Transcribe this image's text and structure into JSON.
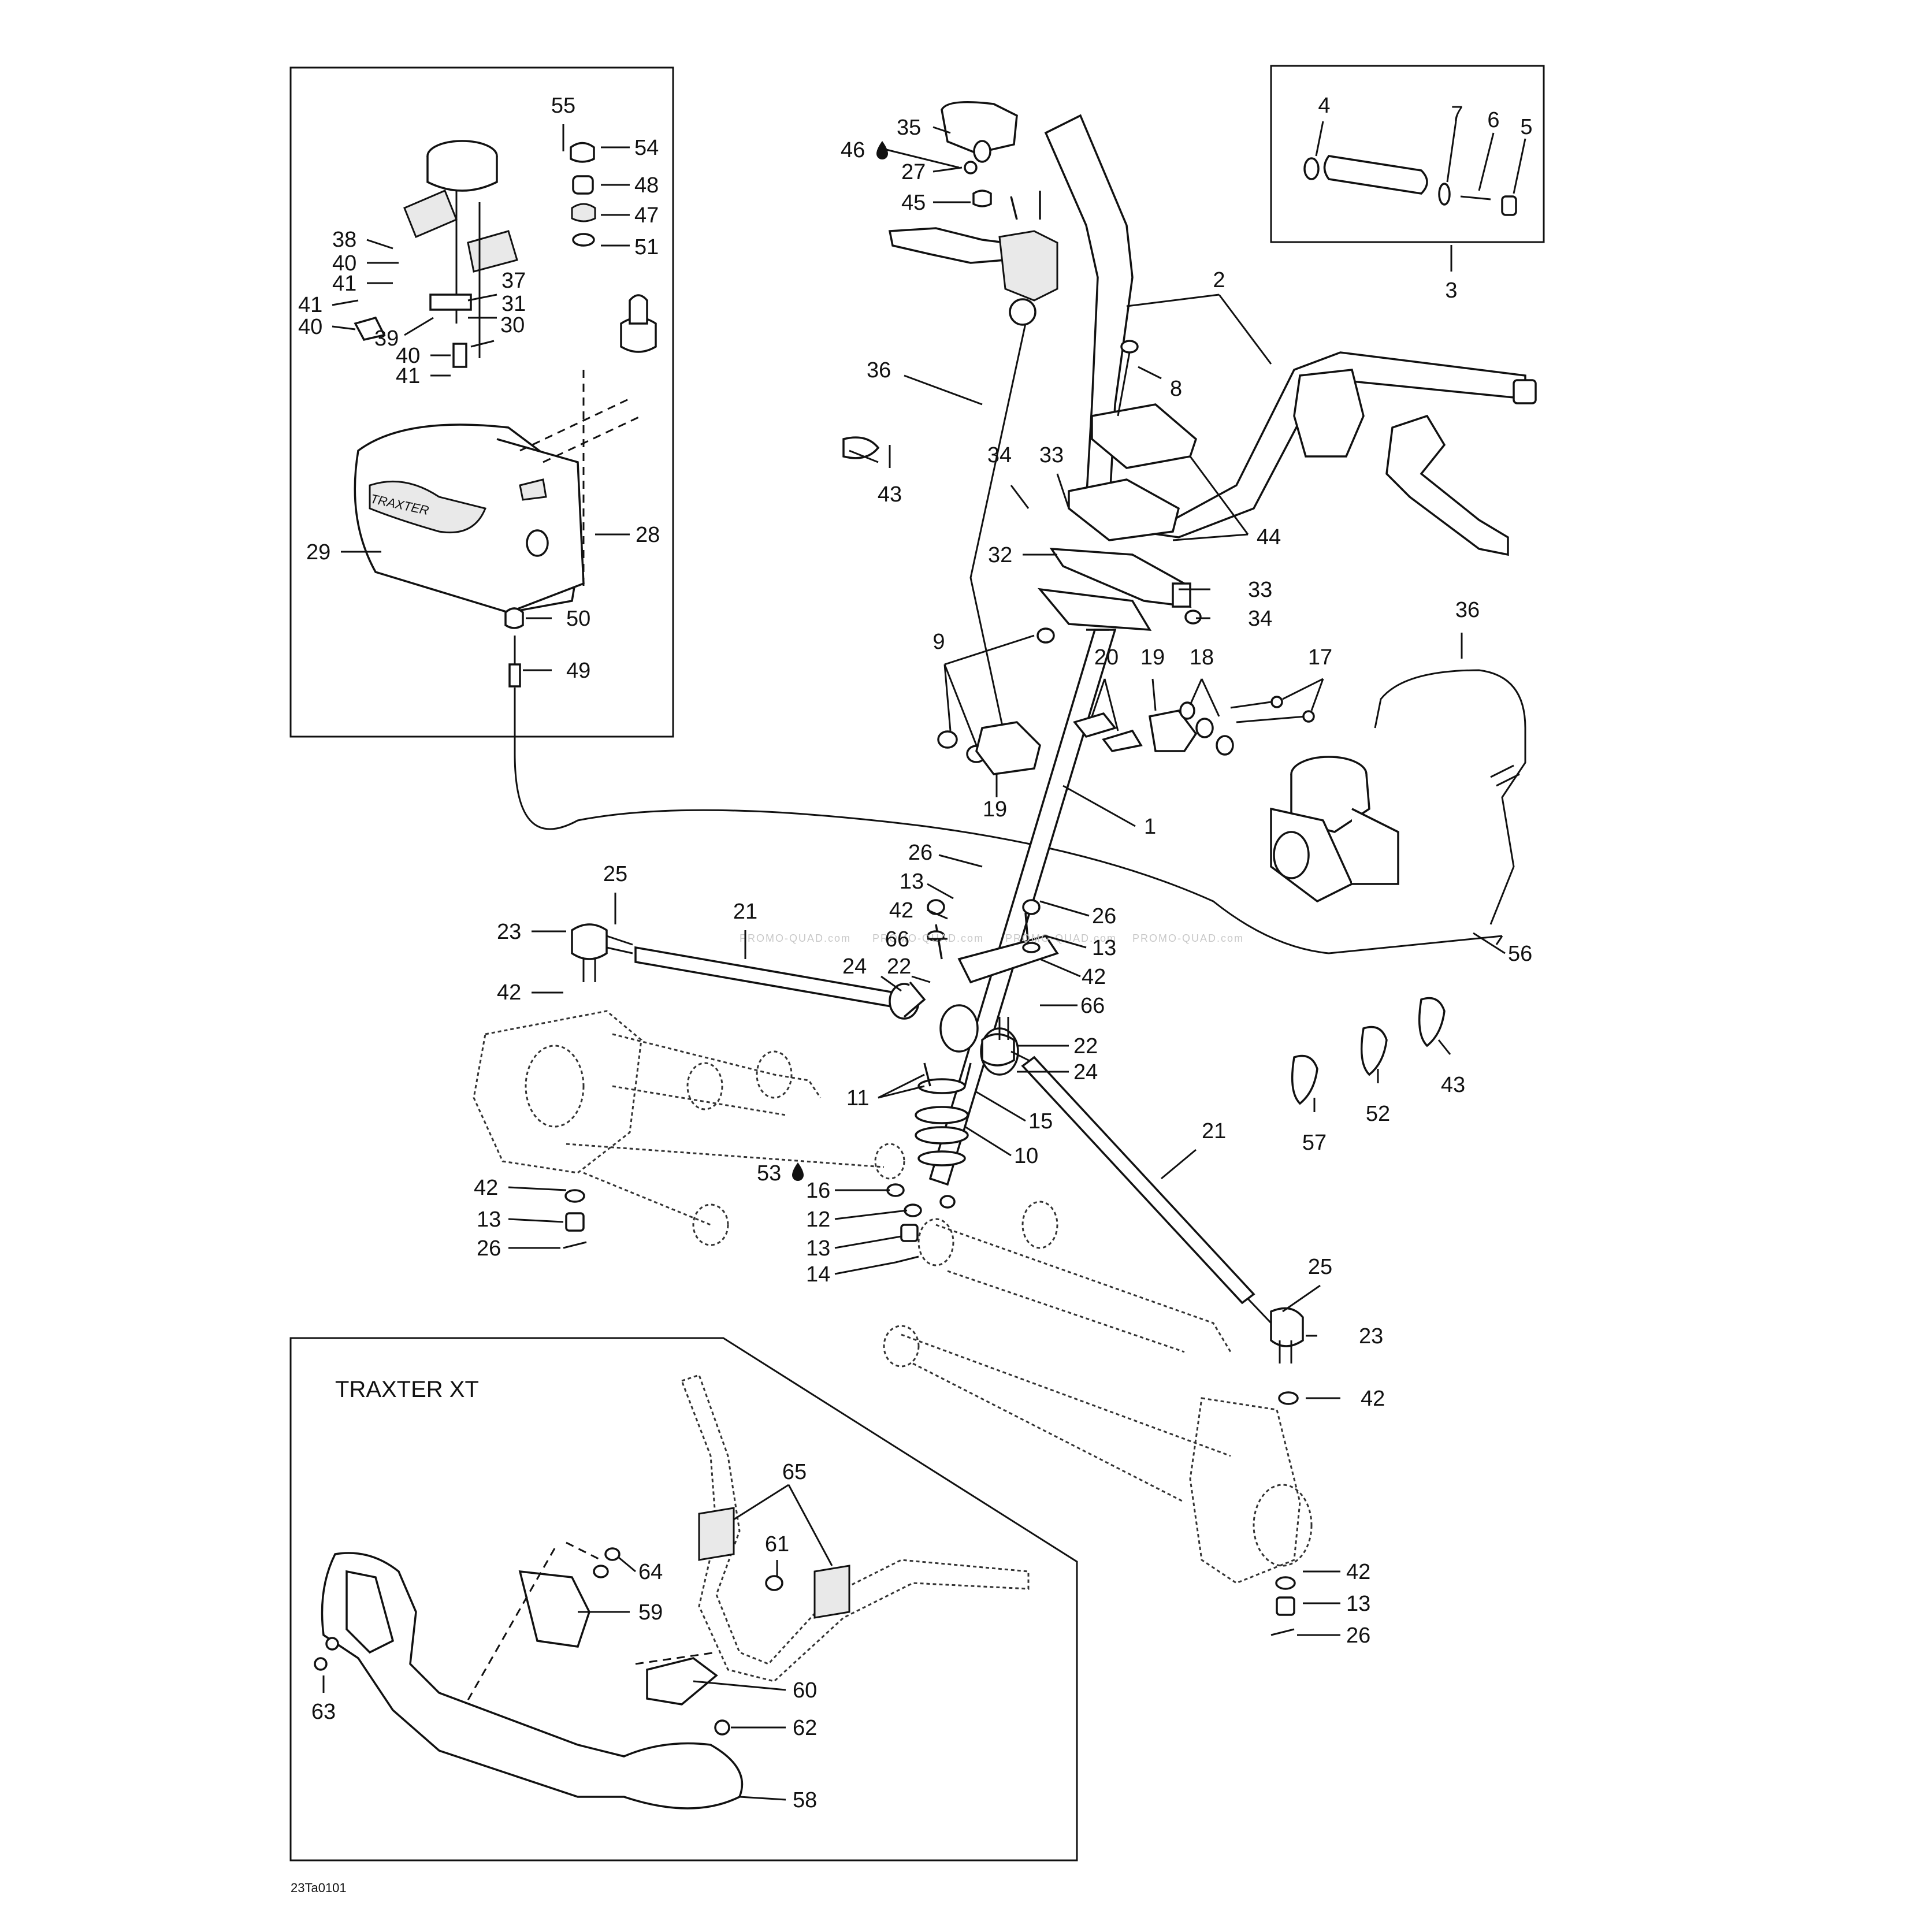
{
  "inset_title": "TRAXTER XT",
  "drawing_code": "23Ta0101",
  "watermark": "PROMO-QUAD.com",
  "callouts": [
    {
      "id": "c55",
      "text": "55"
    },
    {
      "id": "c54",
      "text": "54"
    },
    {
      "id": "c48",
      "text": "48"
    },
    {
      "id": "c47",
      "text": "47"
    },
    {
      "id": "c51",
      "text": "51"
    },
    {
      "id": "c38",
      "text": "38"
    },
    {
      "id": "c40a",
      "text": "40"
    },
    {
      "id": "c37",
      "text": "37"
    },
    {
      "id": "c41a",
      "text": "41"
    },
    {
      "id": "c31",
      "text": "31"
    },
    {
      "id": "c41b",
      "text": "41"
    },
    {
      "id": "c40b",
      "text": "40"
    },
    {
      "id": "c39",
      "text": "39"
    },
    {
      "id": "c30",
      "text": "30"
    },
    {
      "id": "c40c",
      "text": "40"
    },
    {
      "id": "c41c",
      "text": "41"
    },
    {
      "id": "c28",
      "text": "28"
    },
    {
      "id": "c29",
      "text": "29"
    },
    {
      "id": "c50",
      "text": "50"
    },
    {
      "id": "c49",
      "text": "49"
    },
    {
      "id": "c35",
      "text": "35"
    },
    {
      "id": "c46",
      "text": "46"
    },
    {
      "id": "c27",
      "text": "27"
    },
    {
      "id": "c45",
      "text": "45"
    },
    {
      "id": "c36a",
      "text": "36"
    },
    {
      "id": "c43a",
      "text": "43"
    },
    {
      "id": "c2",
      "text": "2"
    },
    {
      "id": "c8",
      "text": "8"
    },
    {
      "id": "c34a",
      "text": "34"
    },
    {
      "id": "c33a",
      "text": "33"
    },
    {
      "id": "c44",
      "text": "44"
    },
    {
      "id": "c32",
      "text": "32"
    },
    {
      "id": "c33b",
      "text": "33"
    },
    {
      "id": "c34b",
      "text": "34"
    },
    {
      "id": "c4",
      "text": "4"
    },
    {
      "id": "c7",
      "text": "7"
    },
    {
      "id": "c6",
      "text": "6"
    },
    {
      "id": "c5",
      "text": "5"
    },
    {
      "id": "c3",
      "text": "3"
    },
    {
      "id": "c36b",
      "text": "36"
    },
    {
      "id": "c9",
      "text": "9"
    },
    {
      "id": "c20",
      "text": "20"
    },
    {
      "id": "c19a",
      "text": "19"
    },
    {
      "id": "c18",
      "text": "18"
    },
    {
      "id": "c17",
      "text": "17"
    },
    {
      "id": "c19b",
      "text": "19"
    },
    {
      "id": "c1",
      "text": "1"
    },
    {
      "id": "c25a",
      "text": "25"
    },
    {
      "id": "c21a",
      "text": "21"
    },
    {
      "id": "c23a",
      "text": "23"
    },
    {
      "id": "c26a",
      "text": "26"
    },
    {
      "id": "c13a",
      "text": "13"
    },
    {
      "id": "c42a",
      "text": "42"
    },
    {
      "id": "c66a",
      "text": "66"
    },
    {
      "id": "c24a",
      "text": "24"
    },
    {
      "id": "c22a",
      "text": "22"
    },
    {
      "id": "c26b",
      "text": "26"
    },
    {
      "id": "c13b",
      "text": "13"
    },
    {
      "id": "c42b",
      "text": "42"
    },
    {
      "id": "c66b",
      "text": "66"
    },
    {
      "id": "c56",
      "text": "56"
    },
    {
      "id": "c42c",
      "text": "42"
    },
    {
      "id": "c22b",
      "text": "22"
    },
    {
      "id": "c24b",
      "text": "24"
    },
    {
      "id": "c11",
      "text": "11"
    },
    {
      "id": "c15",
      "text": "15"
    },
    {
      "id": "c10",
      "text": "10"
    },
    {
      "id": "c43b",
      "text": "43"
    },
    {
      "id": "c52",
      "text": "52"
    },
    {
      "id": "c57",
      "text": "57"
    },
    {
      "id": "c21b",
      "text": "21"
    },
    {
      "id": "c53",
      "text": "53"
    },
    {
      "id": "c16",
      "text": "16"
    },
    {
      "id": "c12",
      "text": "12"
    },
    {
      "id": "c42d",
      "text": "42"
    },
    {
      "id": "c13c",
      "text": "13"
    },
    {
      "id": "c13d",
      "text": "13"
    },
    {
      "id": "c26c",
      "text": "26"
    },
    {
      "id": "c14",
      "text": "14"
    },
    {
      "id": "c25b",
      "text": "25"
    },
    {
      "id": "c23b",
      "text": "23"
    },
    {
      "id": "c42e",
      "text": "42"
    },
    {
      "id": "c65",
      "text": "65"
    },
    {
      "id": "c61",
      "text": "61"
    },
    {
      "id": "c64",
      "text": "64"
    },
    {
      "id": "c59",
      "text": "59"
    },
    {
      "id": "c60",
      "text": "60"
    },
    {
      "id": "c62",
      "text": "62"
    },
    {
      "id": "c63",
      "text": "63"
    },
    {
      "id": "c58",
      "text": "58"
    },
    {
      "id": "c42f",
      "text": "42"
    },
    {
      "id": "c13e",
      "text": "13"
    },
    {
      "id": "c26d",
      "text": "26"
    }
  ]
}
